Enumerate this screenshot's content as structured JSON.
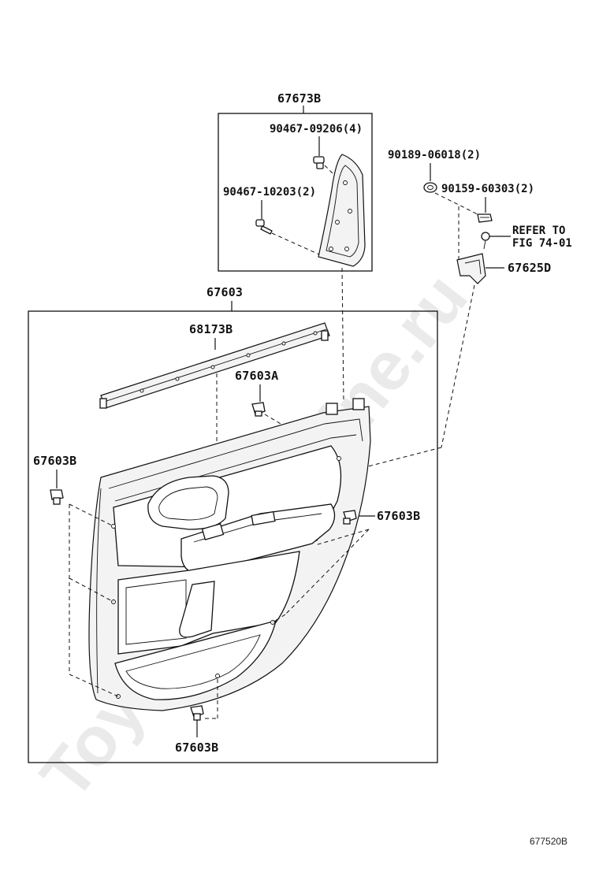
{
  "diagram_id": "677520B",
  "watermark": "ToyotaPartsMine.ru",
  "labels": {
    "p67673B": "67673B",
    "p90467_09206": "90467-09206(4)",
    "p90467_10203": "90467-10203(2)",
    "p90189_06018": "90189-06018(2)",
    "p90159_60303": "90159-60303(2)",
    "refer_line1": "REFER TO",
    "refer_line2": "FIG 74-01",
    "p67625D": "67625D",
    "p67603": "67603",
    "p68173B": "68173B",
    "p67603A": "67603A",
    "p67603B_left": "67603B",
    "p67603B_right": "67603B",
    "p67603B_bottom": "67603B"
  }
}
